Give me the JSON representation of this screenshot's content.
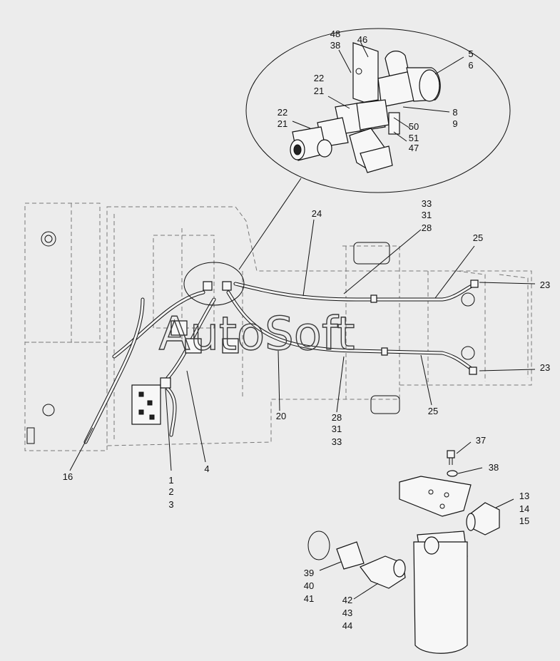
{
  "watermark": "AutoSoft",
  "callouts": [
    {
      "id": "c48",
      "text": "48"
    },
    {
      "id": "c38a",
      "text": "38"
    },
    {
      "id": "c46",
      "text": "46"
    },
    {
      "id": "c5",
      "text": "5"
    },
    {
      "id": "c6",
      "text": "6"
    },
    {
      "id": "c22a",
      "text": "22"
    },
    {
      "id": "c21a",
      "text": "21"
    },
    {
      "id": "c22b",
      "text": "22"
    },
    {
      "id": "c21b",
      "text": "21"
    },
    {
      "id": "c8",
      "text": "8"
    },
    {
      "id": "c9",
      "text": "9"
    },
    {
      "id": "c50",
      "text": "50"
    },
    {
      "id": "c51",
      "text": "51"
    },
    {
      "id": "c47",
      "text": "47"
    },
    {
      "id": "c24",
      "text": "24"
    },
    {
      "id": "c33a",
      "text": "33"
    },
    {
      "id": "c31a",
      "text": "31"
    },
    {
      "id": "c28a",
      "text": "28"
    },
    {
      "id": "c25a",
      "text": "25"
    },
    {
      "id": "c23a",
      "text": "23"
    },
    {
      "id": "c23b",
      "text": "23"
    },
    {
      "id": "c20",
      "text": "20"
    },
    {
      "id": "c28b",
      "text": "28"
    },
    {
      "id": "c31b",
      "text": "31"
    },
    {
      "id": "c33b",
      "text": "33"
    },
    {
      "id": "c25b",
      "text": "25"
    },
    {
      "id": "c16",
      "text": "16"
    },
    {
      "id": "c4",
      "text": "4"
    },
    {
      "id": "c1",
      "text": "1"
    },
    {
      "id": "c2",
      "text": "2"
    },
    {
      "id": "c3",
      "text": "3"
    },
    {
      "id": "c37",
      "text": "37"
    },
    {
      "id": "c38b",
      "text": "38"
    },
    {
      "id": "c13",
      "text": "13"
    },
    {
      "id": "c14",
      "text": "14"
    },
    {
      "id": "c15",
      "text": "15"
    },
    {
      "id": "c39",
      "text": "39"
    },
    {
      "id": "c40",
      "text": "40"
    },
    {
      "id": "c41",
      "text": "41"
    },
    {
      "id": "c42",
      "text": "42"
    },
    {
      "id": "c43",
      "text": "43"
    },
    {
      "id": "c44",
      "text": "44"
    }
  ]
}
